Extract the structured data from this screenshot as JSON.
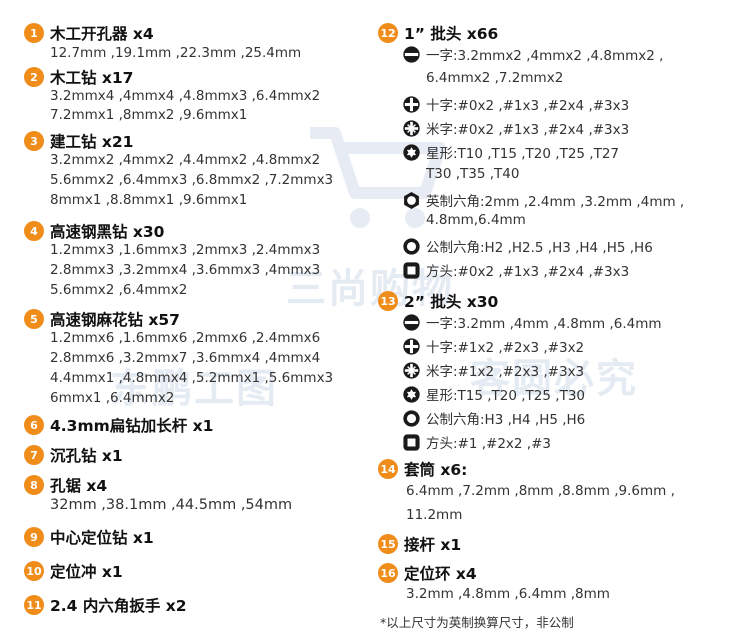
{
  "left_items": [
    {
      "num": "1",
      "title": "木工开孔器 x4",
      "lines": [
        "12.7mm ,19.1mm ,22.3mm ,25.4mm"
      ]
    },
    {
      "num": "2",
      "title": "木工钻 x17",
      "lines": [
        "3.2mmx4 ,4mmx4 ,4.8mmx3 ,6.4mmx2",
        "7.2mmx1 ,8mmx2 ,9.6mmx1"
      ]
    },
    {
      "num": "3",
      "title": "建工钻 x21",
      "lines": [
        "3.2mmx2 ,4mmx2 ,4.4mmx2 ,4.8mmx2",
        "5.6mmx2 ,6.4mmx3 ,6.8mmx2 ,7.2mmx3",
        "8mmx1 ,8.8mmx1 ,9.6mmx1"
      ]
    },
    {
      "num": "4",
      "title": "高速钢黑钻 x30",
      "lines": [
        "1.2mmx3 ,1.6mmx3 ,2mmx3 ,2.4mmx3",
        "2.8mmx3 ,3.2mmx4 ,3.6mmx3 ,4mmx3",
        "5.6mmx2 ,6.4mmx2"
      ]
    },
    {
      "num": "5",
      "title": "高速钢麻花钻 x57",
      "lines": [
        "1.2mmx6 ,1.6mmx6 ,2mmx6 ,2.4mmx6",
        "2.8mmx6 ,3.2mmx7 ,3.6mmx4 ,4mmx4",
        "4.4mmx1 ,4.8mmx4 ,5.2mmx1 ,5.6mmx3",
        "6mmx1 ,6.4mmx2"
      ]
    },
    {
      "num": "6",
      "title": "4.3mm扁钻加长杆 x1",
      "lines": []
    },
    {
      "num": "7",
      "title": "沉孔钻 x1",
      "lines": []
    },
    {
      "num": "8",
      "title": "孔锯 x4",
      "lines": [
        "32mm ,38.1mm ,44.5mm ,54mm"
      ]
    },
    {
      "num": "9",
      "title": "中心定位钻 x1",
      "lines": []
    },
    {
      "num": "10",
      "title": "定位冲 x1",
      "lines": []
    },
    {
      "num": "11",
      "title": "2.4 内六角扳手 x2",
      "lines": []
    }
  ],
  "right_items": [
    {
      "num": "12",
      "title": "1” 批头 x66",
      "rows": [
        {
          "icon": "slotted",
          "lines": [
            "一字:3.2mmx2 ,4mmx2 ,4.8mmx2 ,",
            "6.4mmx2 ,7.2mmx2"
          ]
        },
        {
          "icon": "phillips",
          "lines": [
            "十字:#0x2 ,#1x3 ,#2x4 ,#3x3"
          ]
        },
        {
          "icon": "pozidriv",
          "lines": [
            "米字:#0x2 ,#1x3 ,#2x4 ,#3x3"
          ]
        },
        {
          "icon": "torx",
          "lines": [
            "星形:T10 ,T15 ,T20 ,T25 ,T27",
            "T30 ,T35 ,T40"
          ]
        },
        {
          "icon": "hex-inch",
          "lines": [
            "英制六角:2mm ,2.4mm ,3.2mm ,4mm ,",
            "4.8mm,6.4mm"
          ]
        },
        {
          "icon": "hex-metric",
          "lines": [
            "公制六角:H2 ,H2.5 ,H3 ,H4 ,H5 ,H6"
          ]
        },
        {
          "icon": "square",
          "lines": [
            "方头:#0x2 ,#1x3 ,#2x4 ,#3x3"
          ]
        }
      ]
    },
    {
      "num": "13",
      "title": "2” 批头 x30",
      "rows": [
        {
          "icon": "slotted",
          "lines": [
            "一字:3.2mm ,4mm ,4.8mm ,6.4mm"
          ]
        },
        {
          "icon": "phillips",
          "lines": [
            "十字:#1x2 ,#2x3 ,#3x2"
          ]
        },
        {
          "icon": "pozidriv",
          "lines": [
            "米字:#1x2 ,#2x3 ,#3x3"
          ]
        },
        {
          "icon": "torx",
          "lines": [
            "星形:T15 ,T20 ,T25 ,T30"
          ]
        },
        {
          "icon": "hex-metric",
          "lines": [
            "公制六角:H3 ,H4 ,H5 ,H6"
          ]
        },
        {
          "icon": "square",
          "lines": [
            "方头:#1 ,#2x2 ,#3"
          ]
        }
      ]
    },
    {
      "num": "14",
      "title": "套筒 x6:",
      "rows": [],
      "lines": [
        "6.4mm ,7.2mm ,8mm ,8.8mm ,9.6mm ,",
        "11.2mm"
      ]
    },
    {
      "num": "15",
      "title": "接杆 x1",
      "rows": [],
      "lines": []
    },
    {
      "num": "16",
      "title": "定位环 x4",
      "rows": [],
      "lines": [
        "3.2mm ,4.8mm ,6.4mm ,8mm"
      ]
    }
  ],
  "note": "*以上尺寸为英制换算尺寸，非公制",
  "watermark": {
    "text_1": "三尚购物",
    "text_2": "东鹏工图",
    "text_3": "客圆必究"
  },
  "colors": {
    "accent": "#ef8c1a",
    "text": "#333333",
    "icon": "#1a1a1a",
    "watermark": "#c7d3e6"
  }
}
